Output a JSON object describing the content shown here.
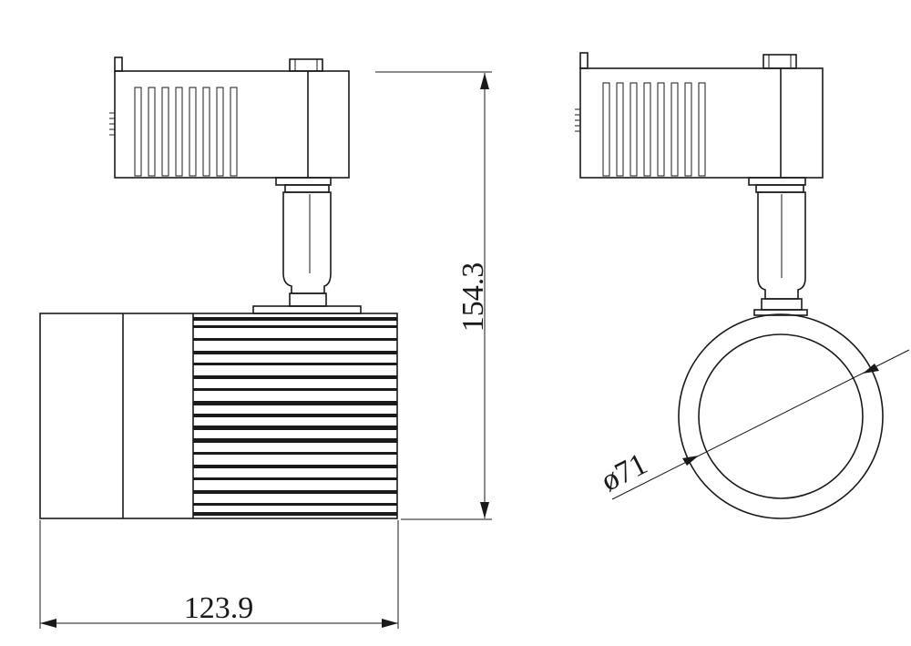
{
  "drawing": {
    "dimensions": {
      "width_label": "123.9",
      "height_label": "154.3",
      "diameter_label": "ø71"
    }
  },
  "colors": {
    "line": "#1a1a1a",
    "background": "#ffffff"
  }
}
